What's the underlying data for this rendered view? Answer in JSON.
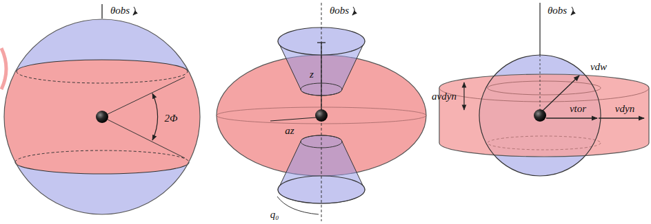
{
  "diagram": {
    "labels": [
      "θobs",
      "2Φ",
      "θobs",
      "z",
      "az",
      "q₀",
      "θobs",
      "avdyn",
      "vdw",
      "vtor",
      "vdyn"
    ]
  }
}
